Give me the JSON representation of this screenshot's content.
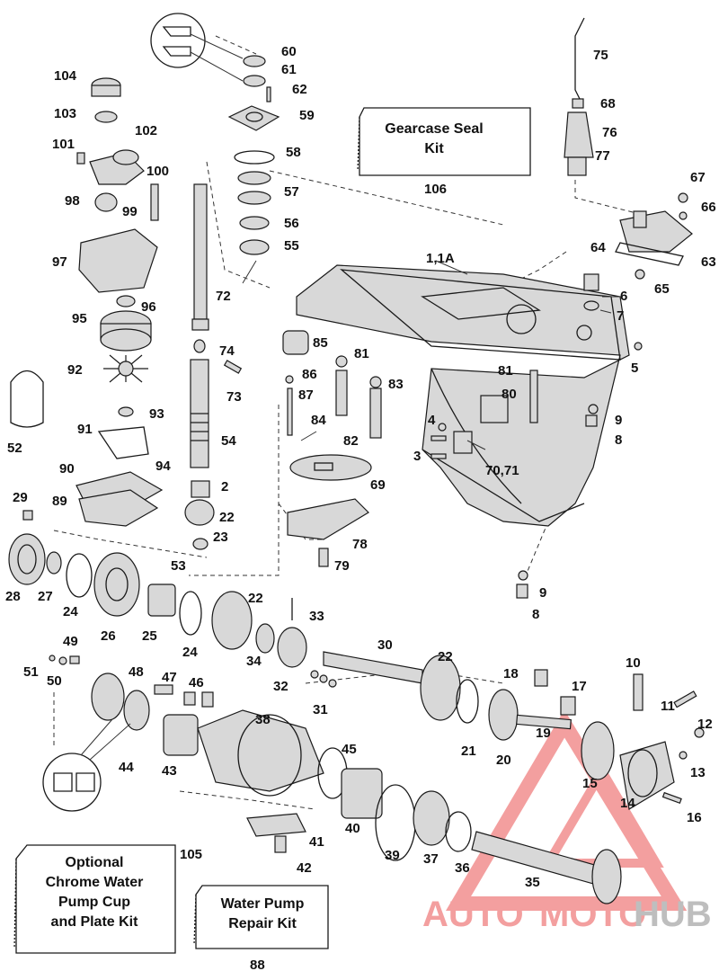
{
  "diagram": {
    "part_labels": [
      {
        "id": "60",
        "text": "60"
      },
      {
        "id": "61",
        "text": "61"
      },
      {
        "id": "62",
        "text": "62"
      },
      {
        "id": "59",
        "text": "59"
      },
      {
        "id": "58",
        "text": "58"
      },
      {
        "id": "57",
        "text": "57"
      },
      {
        "id": "56",
        "text": "56"
      },
      {
        "id": "55",
        "text": "55"
      },
      {
        "id": "72",
        "text": "72"
      },
      {
        "id": "74",
        "text": "74"
      },
      {
        "id": "73",
        "text": "73"
      },
      {
        "id": "54",
        "text": "54"
      },
      {
        "id": "2",
        "text": "2"
      },
      {
        "id": "22a",
        "text": "22"
      },
      {
        "id": "23",
        "text": "23"
      },
      {
        "id": "53",
        "text": "53"
      },
      {
        "id": "104",
        "text": "104"
      },
      {
        "id": "103",
        "text": "103"
      },
      {
        "id": "102",
        "text": "102"
      },
      {
        "id": "101",
        "text": "101"
      },
      {
        "id": "100",
        "text": "100"
      },
      {
        "id": "98",
        "text": "98"
      },
      {
        "id": "99",
        "text": "99"
      },
      {
        "id": "97",
        "text": "97"
      },
      {
        "id": "96",
        "text": "96"
      },
      {
        "id": "95",
        "text": "95"
      },
      {
        "id": "92",
        "text": "92"
      },
      {
        "id": "93",
        "text": "93"
      },
      {
        "id": "91",
        "text": "91"
      },
      {
        "id": "94",
        "text": "94"
      },
      {
        "id": "90",
        "text": "90"
      },
      {
        "id": "89",
        "text": "89"
      },
      {
        "id": "52",
        "text": "52"
      },
      {
        "id": "29",
        "text": "29"
      },
      {
        "id": "28",
        "text": "28"
      },
      {
        "id": "27",
        "text": "27"
      },
      {
        "id": "24a",
        "text": "24"
      },
      {
        "id": "26",
        "text": "26"
      },
      {
        "id": "25",
        "text": "25"
      },
      {
        "id": "24b",
        "text": "24"
      },
      {
        "id": "22b",
        "text": "22"
      },
      {
        "id": "34",
        "text": "34"
      },
      {
        "id": "33",
        "text": "33"
      },
      {
        "id": "32",
        "text": "32"
      },
      {
        "id": "31",
        "text": "31"
      },
      {
        "id": "30",
        "text": "30"
      },
      {
        "id": "22c",
        "text": "22"
      },
      {
        "id": "21",
        "text": "21"
      },
      {
        "id": "20",
        "text": "20"
      },
      {
        "id": "19",
        "text": "19"
      },
      {
        "id": "18",
        "text": "18"
      },
      {
        "id": "17",
        "text": "17"
      },
      {
        "id": "10",
        "text": "10"
      },
      {
        "id": "11",
        "text": "11"
      },
      {
        "id": "12",
        "text": "12"
      },
      {
        "id": "13",
        "text": "13"
      },
      {
        "id": "14",
        "text": "14"
      },
      {
        "id": "15",
        "text": "15"
      },
      {
        "id": "16",
        "text": "16"
      },
      {
        "id": "49",
        "text": "49"
      },
      {
        "id": "51",
        "text": "51"
      },
      {
        "id": "50",
        "text": "50"
      },
      {
        "id": "48",
        "text": "48"
      },
      {
        "id": "47",
        "text": "47"
      },
      {
        "id": "46",
        "text": "46"
      },
      {
        "id": "44",
        "text": "44"
      },
      {
        "id": "43",
        "text": "43"
      },
      {
        "id": "38",
        "text": "38"
      },
      {
        "id": "45",
        "text": "45"
      },
      {
        "id": "40",
        "text": "40"
      },
      {
        "id": "41",
        "text": "41"
      },
      {
        "id": "42",
        "text": "42"
      },
      {
        "id": "39",
        "text": "39"
      },
      {
        "id": "37",
        "text": "37"
      },
      {
        "id": "36",
        "text": "36"
      },
      {
        "id": "35",
        "text": "35"
      },
      {
        "id": "75",
        "text": "75"
      },
      {
        "id": "68",
        "text": "68"
      },
      {
        "id": "76",
        "text": "76"
      },
      {
        "id": "77",
        "text": "77"
      },
      {
        "id": "67",
        "text": "67"
      },
      {
        "id": "66",
        "text": "66"
      },
      {
        "id": "64",
        "text": "64"
      },
      {
        "id": "63",
        "text": "63"
      },
      {
        "id": "65",
        "text": "65"
      },
      {
        "id": "6",
        "text": "6"
      },
      {
        "id": "7",
        "text": "7"
      },
      {
        "id": "1",
        "text": "1,1A"
      },
      {
        "id": "5",
        "text": "5"
      },
      {
        "id": "85",
        "text": "85"
      },
      {
        "id": "81a",
        "text": "81"
      },
      {
        "id": "86",
        "text": "86"
      },
      {
        "id": "83",
        "text": "83"
      },
      {
        "id": "87",
        "text": "87"
      },
      {
        "id": "81b",
        "text": "81"
      },
      {
        "id": "80",
        "text": "80"
      },
      {
        "id": "84",
        "text": "84"
      },
      {
        "id": "82",
        "text": "82"
      },
      {
        "id": "4",
        "text": "4"
      },
      {
        "id": "3",
        "text": "3"
      },
      {
        "id": "70",
        "text": "70,71"
      },
      {
        "id": "9a",
        "text": "9"
      },
      {
        "id": "8a",
        "text": "8"
      },
      {
        "id": "69",
        "text": "69"
      },
      {
        "id": "78",
        "text": "78"
      },
      {
        "id": "79",
        "text": "79"
      },
      {
        "id": "9b",
        "text": "9"
      },
      {
        "id": "8b",
        "text": "8"
      }
    ],
    "kits": {
      "gearcase_seal": {
        "line1": "Gearcase Seal",
        "line2": "Kit",
        "number": "106"
      },
      "chrome_water_pump": {
        "line1": "Optional",
        "line2": "Chrome Water",
        "line3": "Pump Cup",
        "line4": "and Plate Kit",
        "number": "105"
      },
      "water_pump_repair": {
        "line1": "Water Pump",
        "line2": "Repair Kit",
        "number": "88"
      }
    },
    "watermark": {
      "auto": "AUTO",
      "moto": "MOTO",
      "hub": "HUB",
      "accent_color": "#f08080",
      "hub_color": "#a9a9a9"
    }
  }
}
